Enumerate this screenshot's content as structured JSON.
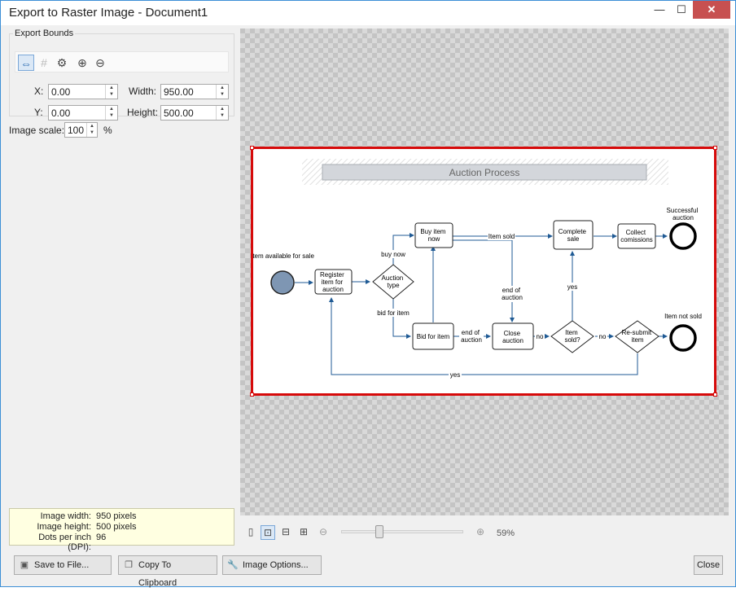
{
  "window": {
    "title": "Export to Raster Image - Document1",
    "minimize_label": "—",
    "maximize_label": "☐",
    "close_label": "✕"
  },
  "export_bounds": {
    "legend": "Export Bounds",
    "x_label": "X:",
    "x_value": "0.00",
    "y_label": "Y:",
    "y_value": "0.00",
    "width_label": "Width:",
    "width_value": "950.00",
    "height_label": "Height:",
    "height_value": "500.00"
  },
  "image_scale": {
    "label": "Image scale:",
    "value": "100",
    "unit": "%"
  },
  "info_panel": {
    "image_width_label": "Image width:",
    "image_width_value": "950 pixels",
    "image_height_label": "Image height:",
    "image_height_value": "500 pixels",
    "dpi_label": "Dots per inch (DPI):",
    "dpi_value": "96"
  },
  "zoom": {
    "percent": "59%",
    "slider_position": 0.3
  },
  "buttons": {
    "save": "Save to File...",
    "copy": "Copy To Clipboard",
    "options": "Image Options...",
    "close": "Close"
  },
  "diagram": {
    "title": "Auction Process",
    "start_label": "Item available for sale",
    "register": [
      "Register",
      "item for",
      "auction"
    ],
    "auction_type": [
      "Auction",
      "type"
    ],
    "buy_now": [
      "Buy item",
      "now"
    ],
    "bid": "Bid for item",
    "close_auction": [
      "Close",
      "auction"
    ],
    "item_sold_q": [
      "Item",
      "sold?"
    ],
    "resubmit": [
      "Re-submit",
      "item"
    ],
    "complete_sale": [
      "Complete",
      "sale"
    ],
    "collect": [
      "Collect",
      "comissions"
    ],
    "successful": [
      "Successful",
      "auction"
    ],
    "not_sold": "Item not sold",
    "edge_buy_now": "buy now",
    "edge_bid_for_item": "bid for item",
    "edge_item_sold": "Item sold",
    "edge_end_of_auction_1": [
      "end of",
      "auction"
    ],
    "edge_end_of_auction_2": [
      "end of",
      "auction"
    ],
    "edge_no_1": "no",
    "edge_no_2": "no",
    "edge_yes_1": "yes",
    "edge_yes_2": "yes"
  }
}
